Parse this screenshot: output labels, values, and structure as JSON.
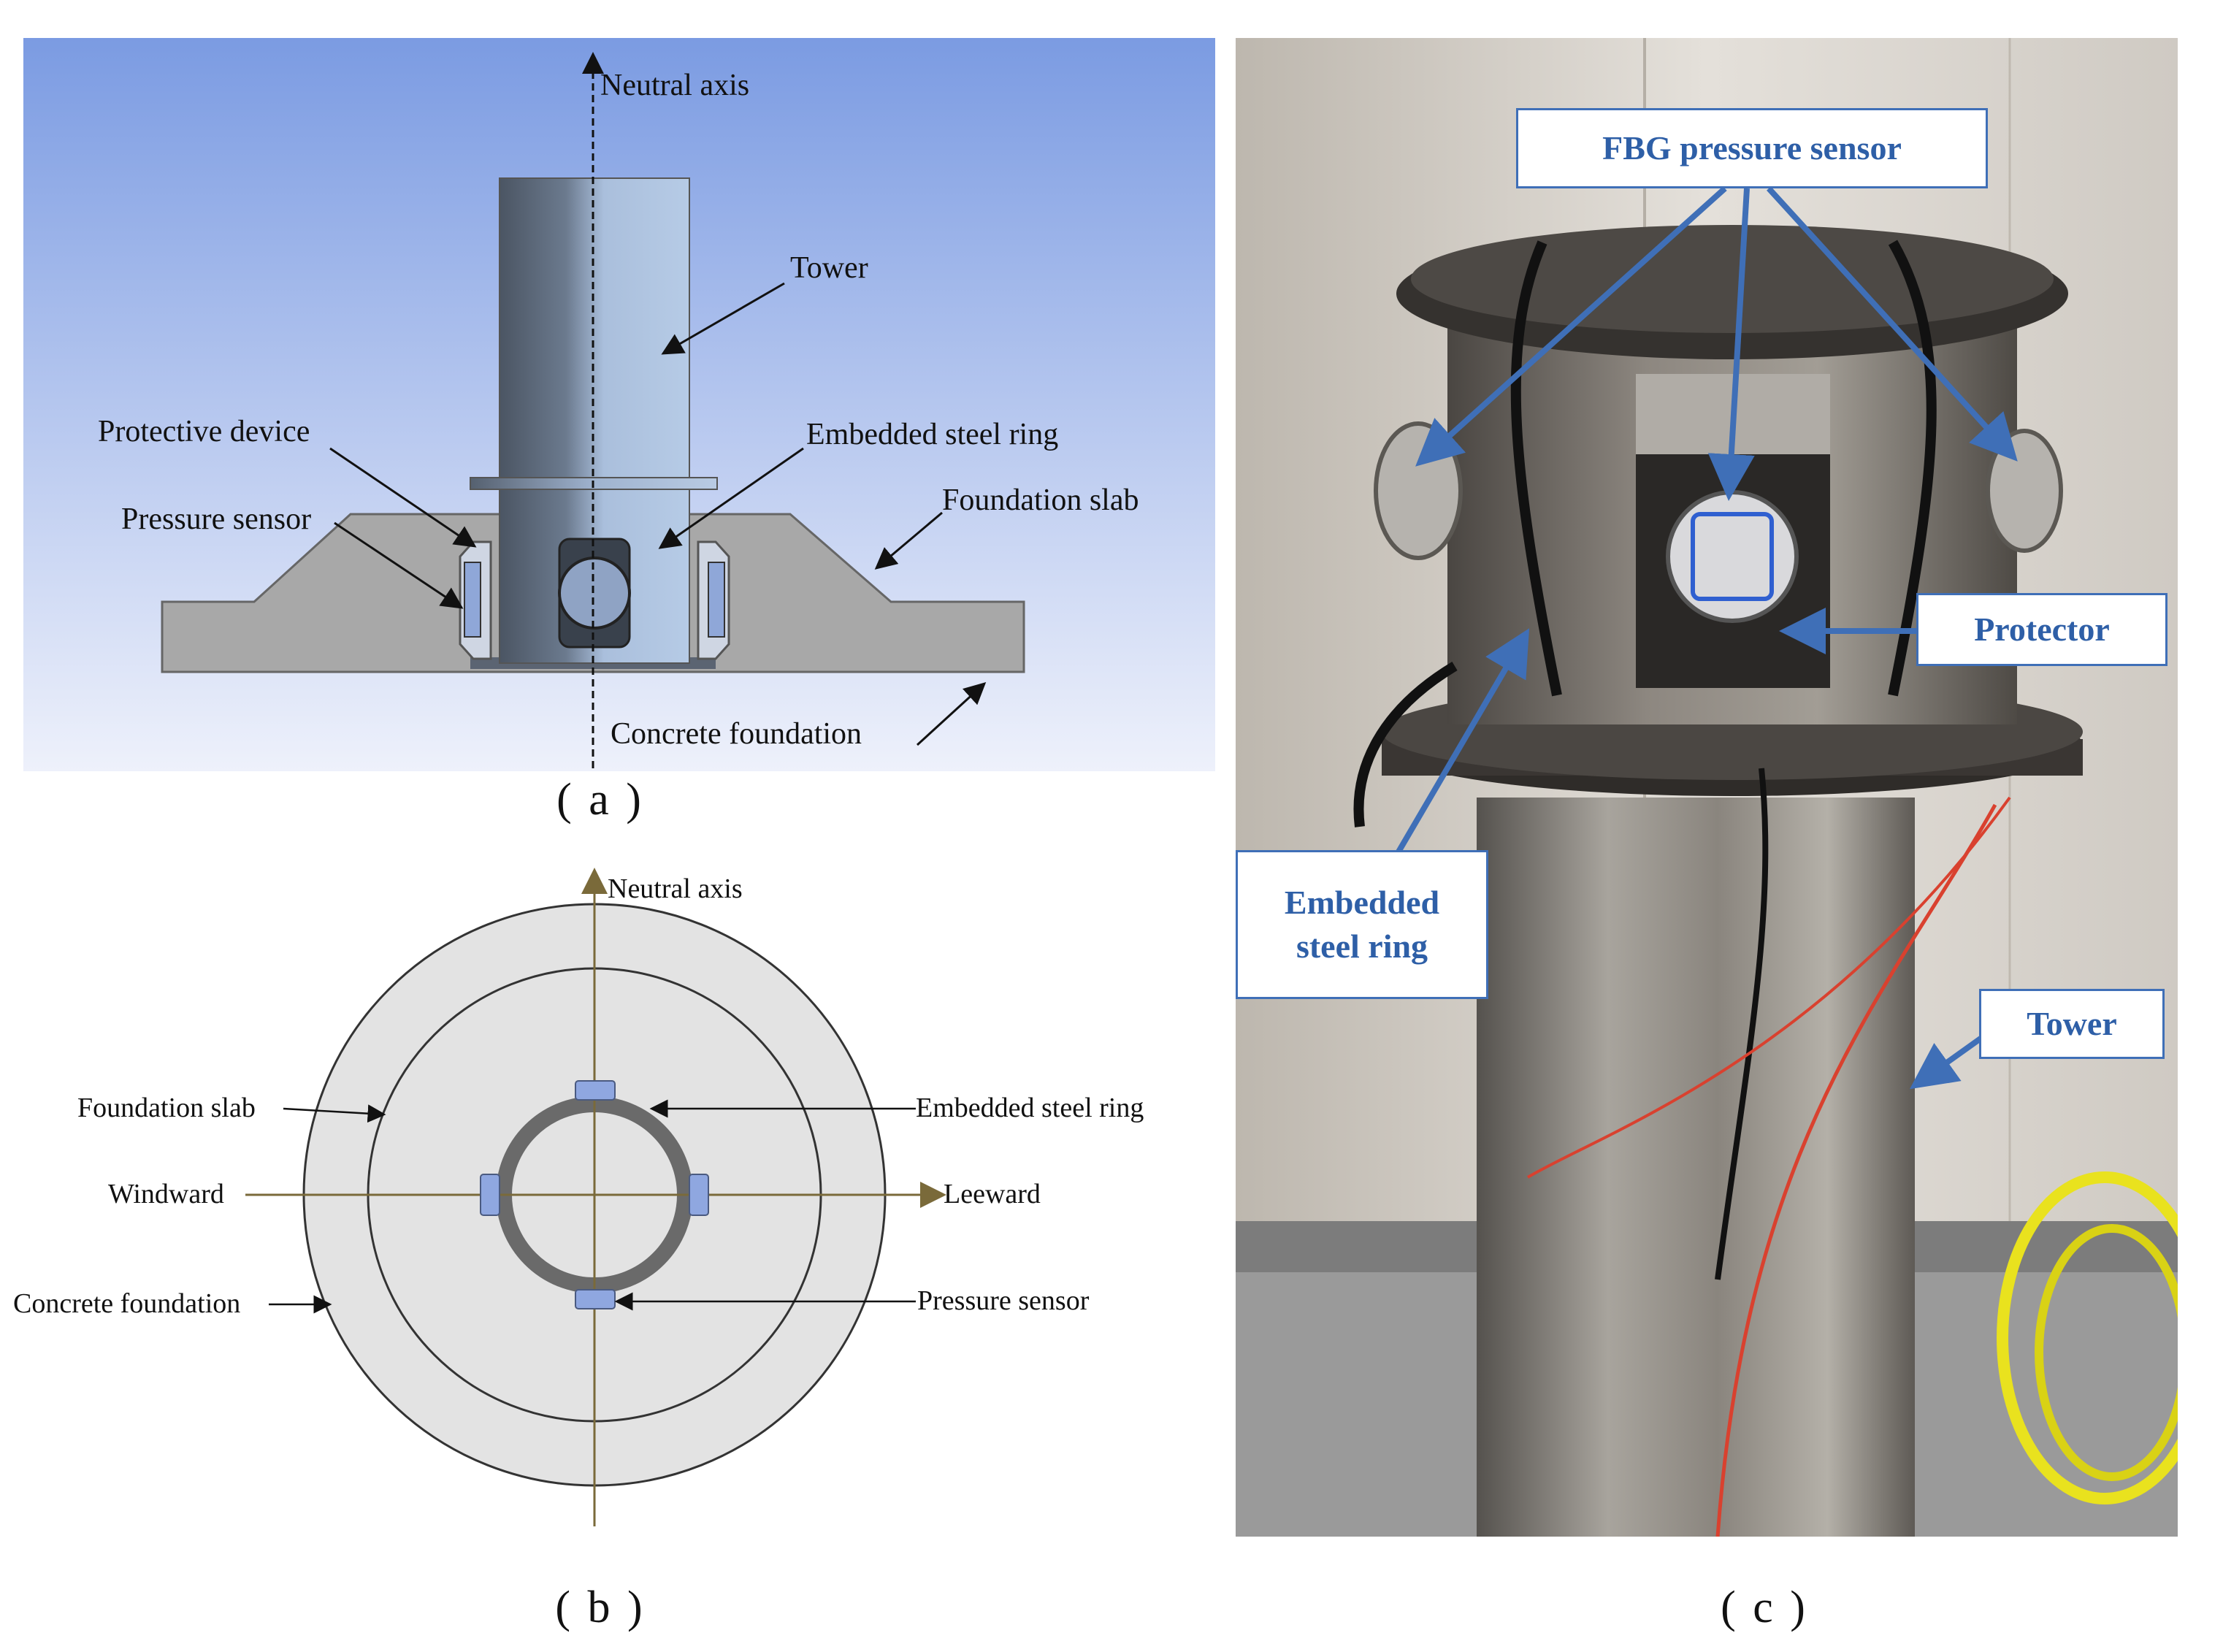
{
  "panel_a": {
    "caption": "( a )",
    "labels": {
      "neutral_axis": "Neutral axis",
      "tower": "Tower",
      "protective_device": "Protective device",
      "embedded_steel_ring": "Embedded steel ring",
      "foundation_slab": "Foundation slab",
      "pressure_sensor": "Pressure sensor",
      "concrete_foundation": "Concrete foundation"
    },
    "colors": {
      "sky_top": "#7b9be2",
      "sky_bottom": "#eef1fb",
      "tower_dark": "#4b5563",
      "tower_light": "#b6cbe6",
      "slab": "#a8a8a8",
      "sensor": "#8fa7d8"
    }
  },
  "panel_b": {
    "caption": "( b )",
    "labels": {
      "neutral_axis": "Neutral axis",
      "foundation_slab": "Foundation slab",
      "embedded_steel_ring": "Embedded steel ring",
      "windward": "Windward",
      "leeward": "Leeward",
      "concrete_foundation": "Concrete foundation",
      "pressure_sensor": "Pressure sensor"
    },
    "colors": {
      "disc": "#e3e3e3",
      "ring": "#6a6a6a",
      "axis": "#7a6a3a",
      "sensor": "#8fa7e0"
    }
  },
  "panel_c": {
    "caption": "( c )",
    "callouts": {
      "fbg_sensor": "FBG pressure sensor",
      "protector": "Protector",
      "embedded_line1": "Embedded",
      "embedded_line2": "steel ring",
      "tower": "Tower"
    },
    "colors": {
      "callout_text": "#2e5fa7",
      "arrow": "#3f6fb7",
      "steel": "#8c8a86",
      "wall": "#d6d2cc",
      "floor": "#9a9a9a",
      "cable_yellow": "#e9e21e"
    }
  }
}
